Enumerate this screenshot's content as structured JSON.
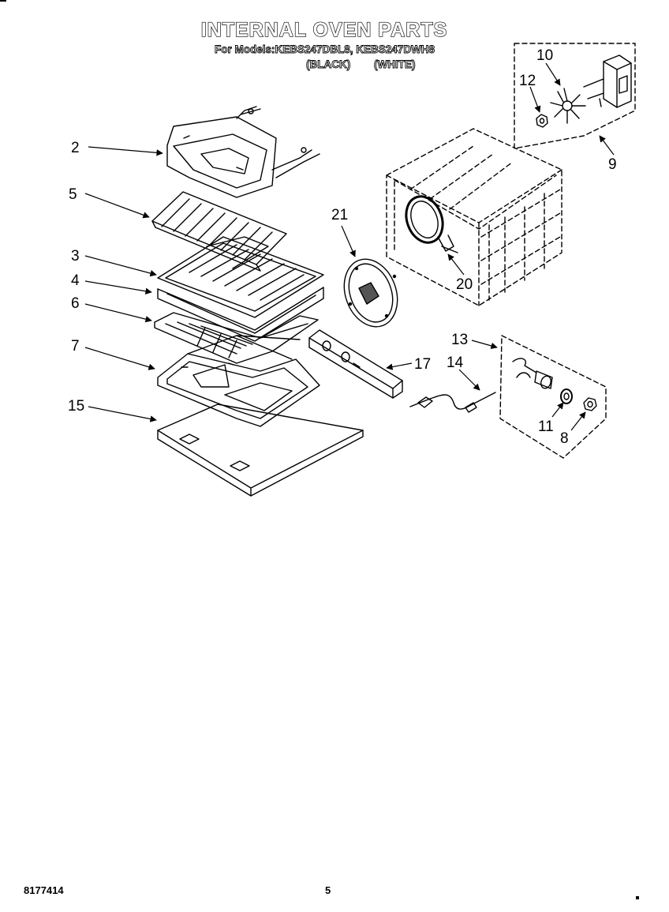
{
  "header": {
    "title": "INTERNAL OVEN PARTS",
    "models_line": "For Models:KEBS247DBL8, KEBS247DWH8",
    "color_black": "(BLACK)",
    "color_white": "(WHITE)"
  },
  "callouts": {
    "c2": "2",
    "c5": "5",
    "c3": "3",
    "c4": "4",
    "c6": "6",
    "c7": "7",
    "c15": "15",
    "c21": "21",
    "c20": "20",
    "c17": "17",
    "c14": "14",
    "c13": "13",
    "c11": "11",
    "c8": "8",
    "c10": "10",
    "c12": "12",
    "c9": "9"
  },
  "footer": {
    "doc_number": "8177414",
    "page_number": "5"
  }
}
